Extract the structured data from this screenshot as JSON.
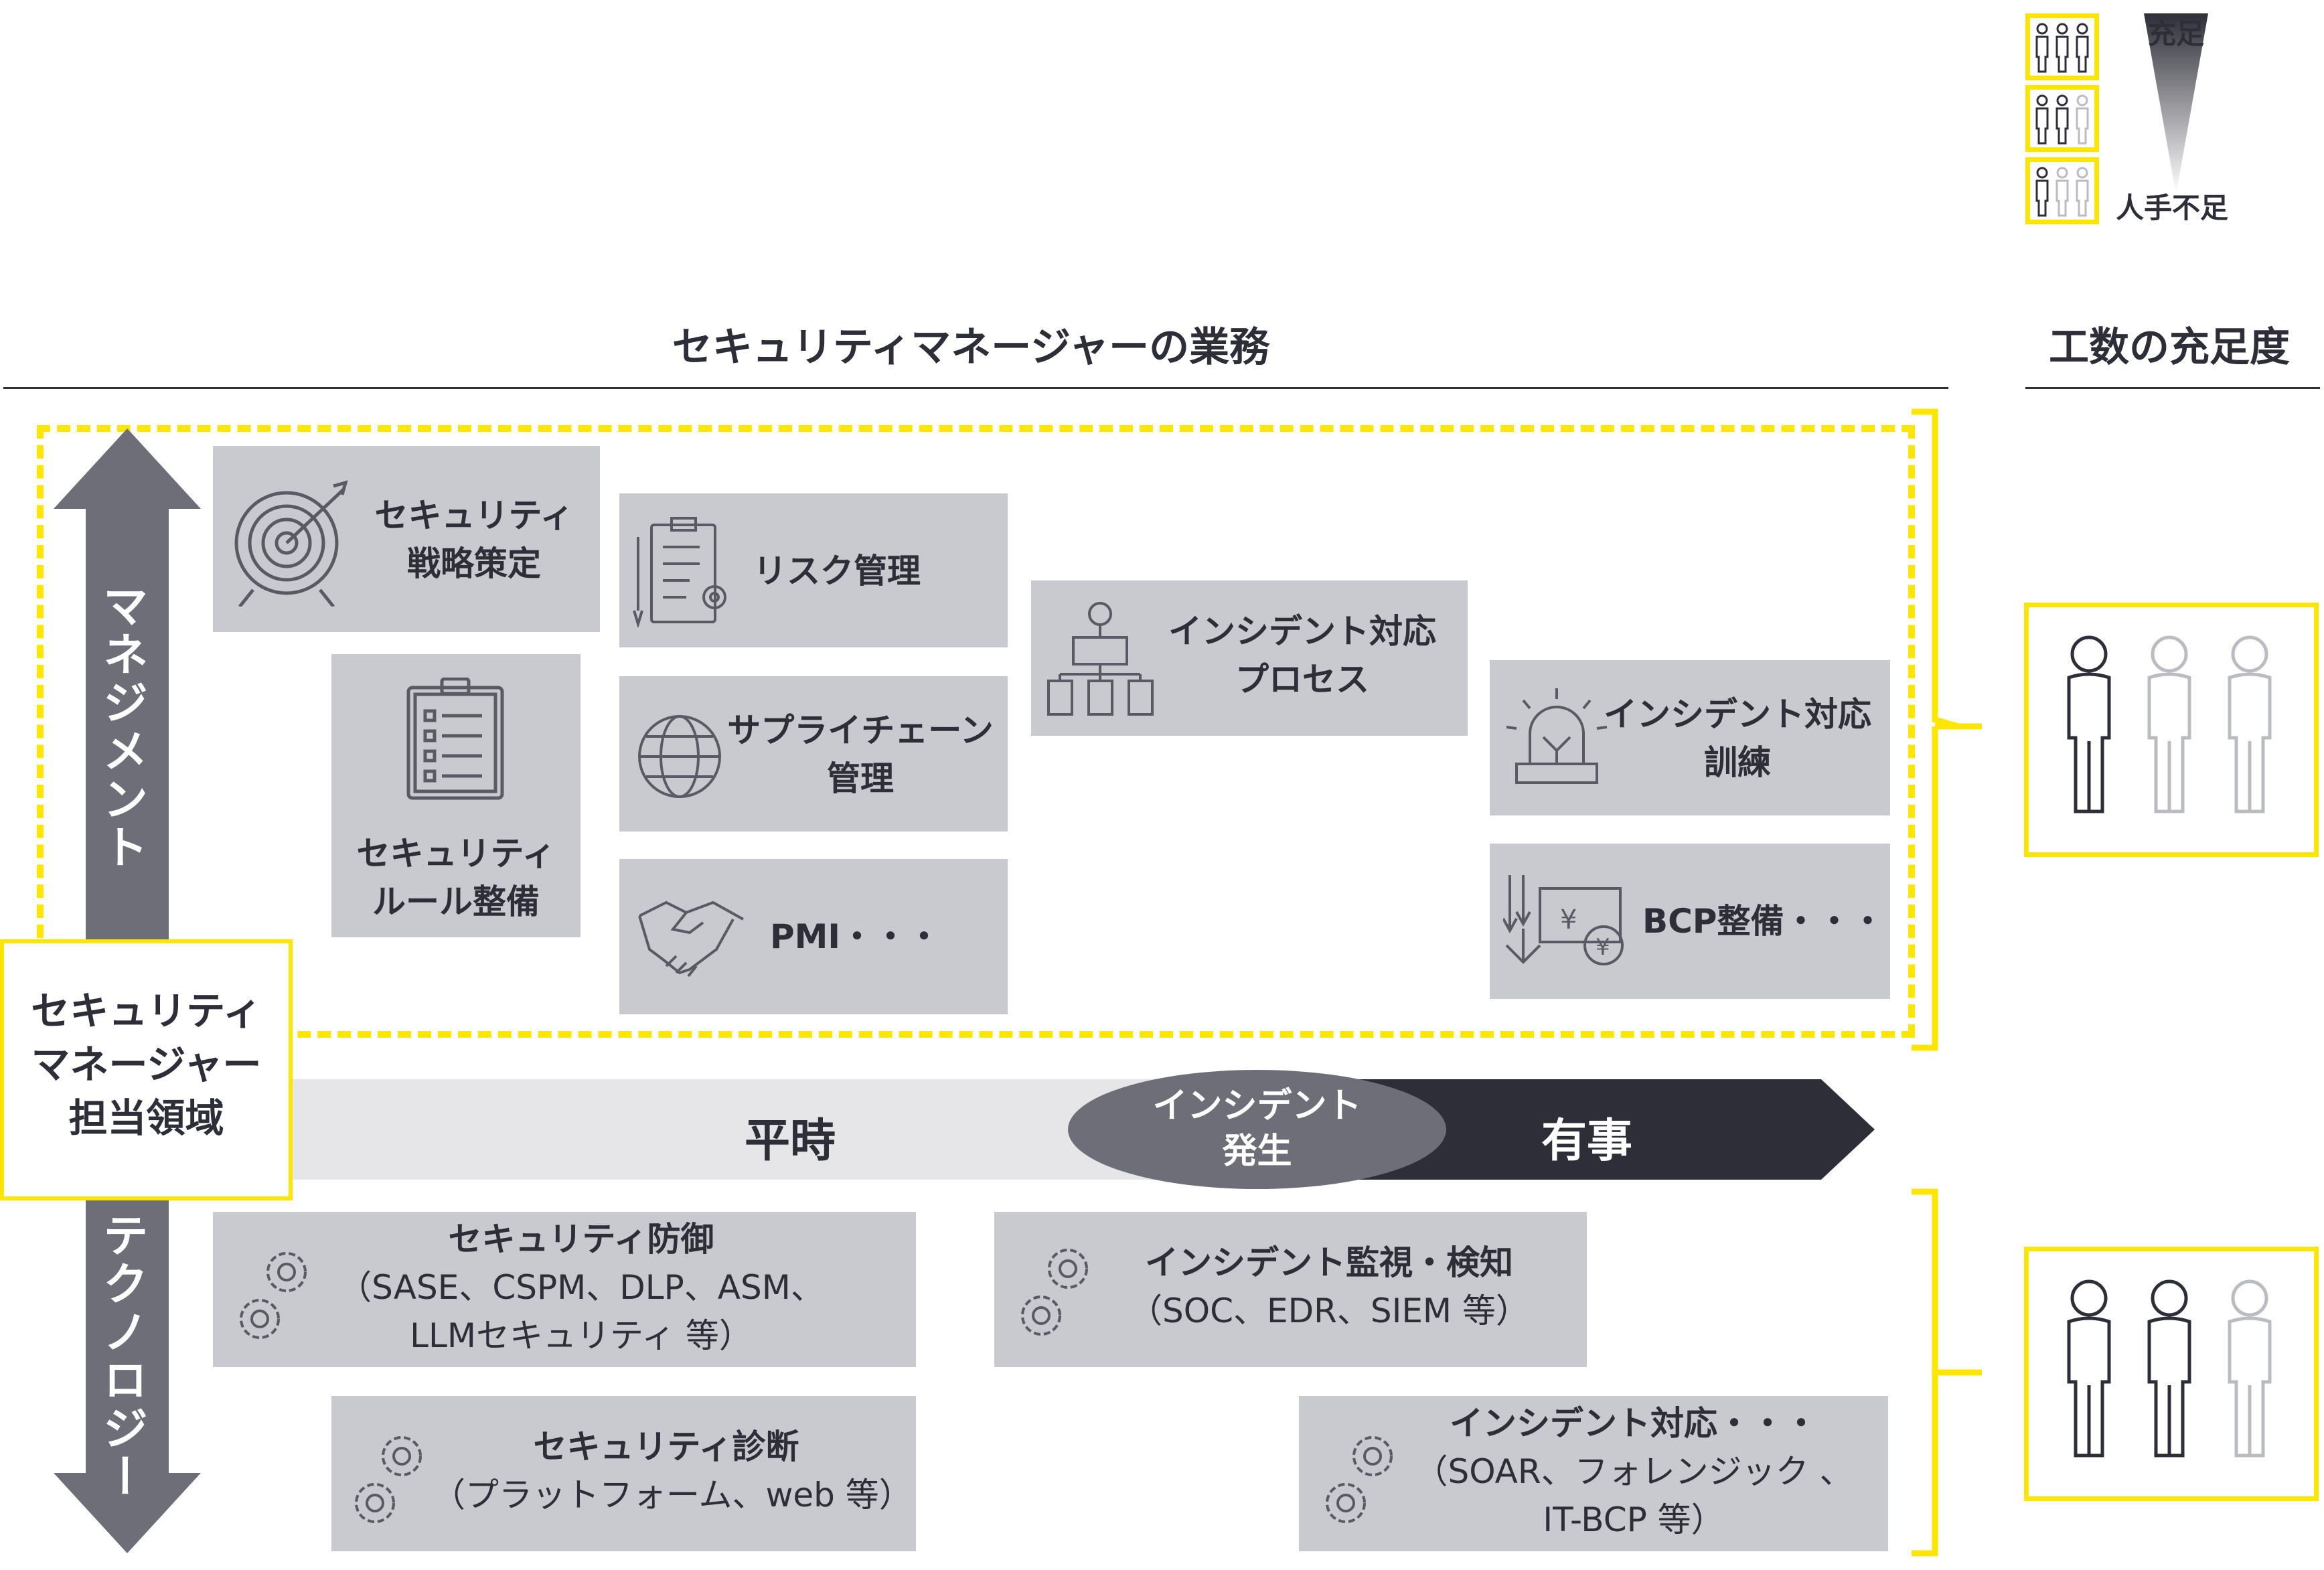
{
  "legend": {
    "top_label": "充足",
    "bottom_label": "人手不足"
  },
  "headings": {
    "main": "セキュリティマネージャーの業務",
    "side": "工数の充足度"
  },
  "axis": {
    "up_label": "マネジメント",
    "down_label": "テクノロジー"
  },
  "domain_box": {
    "line1": "セキュリティ",
    "line2": "マネージャー",
    "line3": "担当領域"
  },
  "timeline": {
    "peacetime": "平時",
    "incident_line1": "インシデント",
    "incident_line2": "発生",
    "emergency": "有事"
  },
  "management_tasks": {
    "strategy": {
      "line1": "セキュリティ",
      "line2": "戦略策定"
    },
    "rules": {
      "line1": "セキュリティ",
      "line2": "ルール整備"
    },
    "risk": {
      "line1": "リスク管理"
    },
    "supply": {
      "line1": "サプライチェーン",
      "line2": "管理"
    },
    "pmi": {
      "line1": "PMI・・・"
    },
    "process": {
      "line1": "インシデント対応",
      "line2": "プロセス"
    },
    "training": {
      "line1": "インシデント対応",
      "line2": "訓練"
    },
    "bcp": {
      "line1": "BCP整備・・・"
    }
  },
  "technology_tasks": {
    "defense": {
      "line1": "セキュリティ防御",
      "line2": "（SASE、CSPM、DLP、ASM、",
      "line3": "LLMセキュリティ 等）"
    },
    "monitoring": {
      "line1": "インシデント監視・検知",
      "line2": "（SOC、EDR、SIEM 等）"
    },
    "diagnosis": {
      "line1": "セキュリティ診断",
      "line2": "（プラットフォーム、web 等）"
    },
    "response": {
      "line1": "インシデント対応・・・",
      "line2": "（SOAR、フォレンジック 、",
      "line3": "IT-BCP 等）"
    }
  },
  "staffing": {
    "management_filled": 1,
    "management_total": 3,
    "technology_filled": 2,
    "technology_total": 3
  },
  "colors": {
    "accent_yellow": "#ffe600",
    "box_gray": "#c9c9d0",
    "arrow_gray": "#6e6e78",
    "dark": "#2e2e38",
    "light_bar": "#e6e6e9"
  }
}
